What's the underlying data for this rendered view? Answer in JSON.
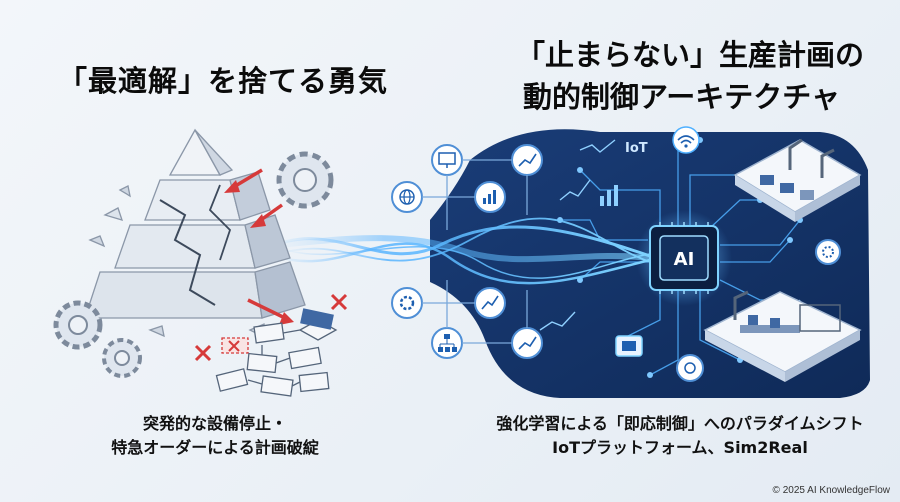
{
  "left": {
    "title": "「最適解」を捨てる勇気",
    "caption_line1": "突発的な設備停止・",
    "caption_line2": "特急オーダーによる計画破綻"
  },
  "right": {
    "title_line1": "「止まらない」生産計画の",
    "title_line2": "動的制御アーキテクチャ",
    "caption_line1": "強化学習による「即応制御」へのパラダイムシフト",
    "caption_line2": "IoTプラットフォーム、Sim2Real",
    "chip_label": "AI",
    "iot_label": "IoT"
  },
  "copyright": "© 2025 AI KnowledgeFlow",
  "colors": {
    "navy": "#1d3b6e",
    "accent_red": "#d63a3a",
    "wave_blue": "#3aa3ff"
  }
}
